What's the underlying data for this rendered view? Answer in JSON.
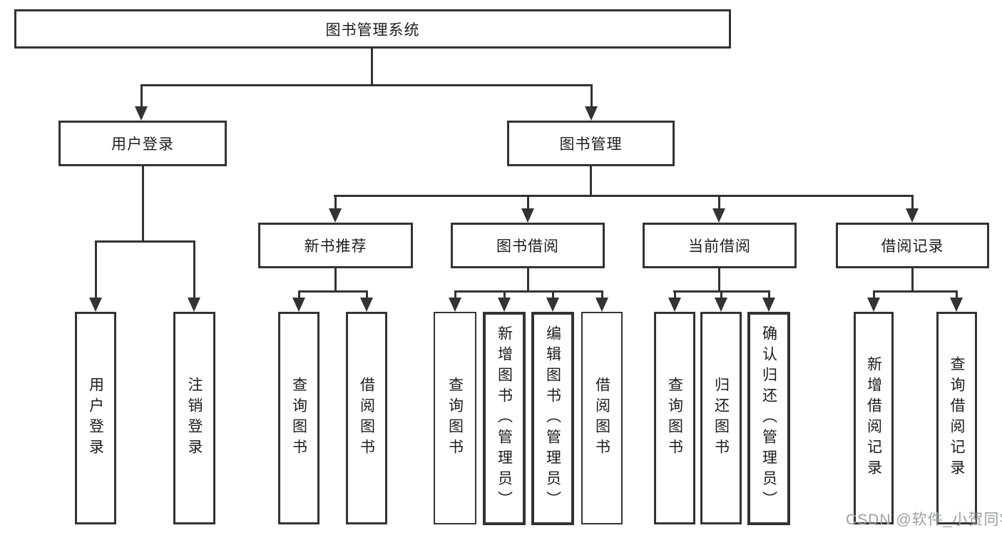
{
  "diagram": {
    "type": "tree",
    "root": {
      "label": "图书管理系统"
    },
    "branches": [
      {
        "label": "用户登录",
        "children": [
          {
            "label": "用户登录"
          },
          {
            "label": "注销登录"
          }
        ]
      },
      {
        "label": "图书管理",
        "children": [
          {
            "label": "新书推荐",
            "children": [
              {
                "label": "查询图书"
              },
              {
                "label": "借阅图书"
              }
            ]
          },
          {
            "label": "图书借阅",
            "children": [
              {
                "label": "查询图书"
              },
              {
                "label": "新增图书（管理员）"
              },
              {
                "label": "编辑图书（管理员）"
              },
              {
                "label": "借阅图书"
              }
            ]
          },
          {
            "label": "当前借阅",
            "children": [
              {
                "label": "查询图书"
              },
              {
                "label": "归还图书"
              },
              {
                "label": "确认归还（管理员）"
              }
            ]
          },
          {
            "label": "借阅记录",
            "children": [
              {
                "label": "新增借阅记录"
              },
              {
                "label": "查询借阅记录"
              }
            ]
          }
        ]
      }
    ],
    "colors": {
      "line": "#333333",
      "box_border": "#333333",
      "text": "#1c1c1c",
      "background": "#ffffff"
    }
  },
  "watermark": {
    "text": "CSDN @软件_小贺同学",
    "color": "#9aa0a4"
  }
}
